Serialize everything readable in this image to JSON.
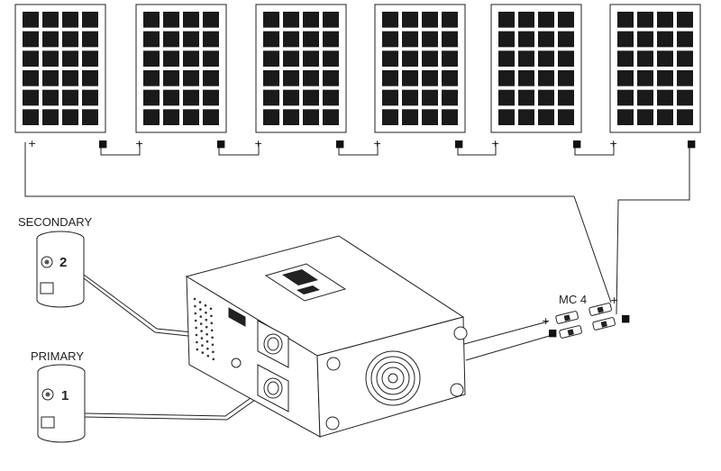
{
  "labels": {
    "secondary": "SECONDARY",
    "primary": "PRIMARY",
    "mc4": "MC 4",
    "tank_secondary_number": "2",
    "tank_primary_number": "1"
  },
  "polarity": {
    "plus": "+",
    "minus": "■"
  },
  "panels": [
    {
      "id": "panel-1"
    },
    {
      "id": "panel-2"
    },
    {
      "id": "panel-3"
    },
    {
      "id": "panel-4"
    },
    {
      "id": "panel-5"
    },
    {
      "id": "panel-6"
    }
  ],
  "panel_cell_grid": {
    "rows": 6,
    "cols": 4
  },
  "colors": {
    "cell": "#1a1a1a",
    "line": "#222222",
    "fill": "#ffffff"
  }
}
